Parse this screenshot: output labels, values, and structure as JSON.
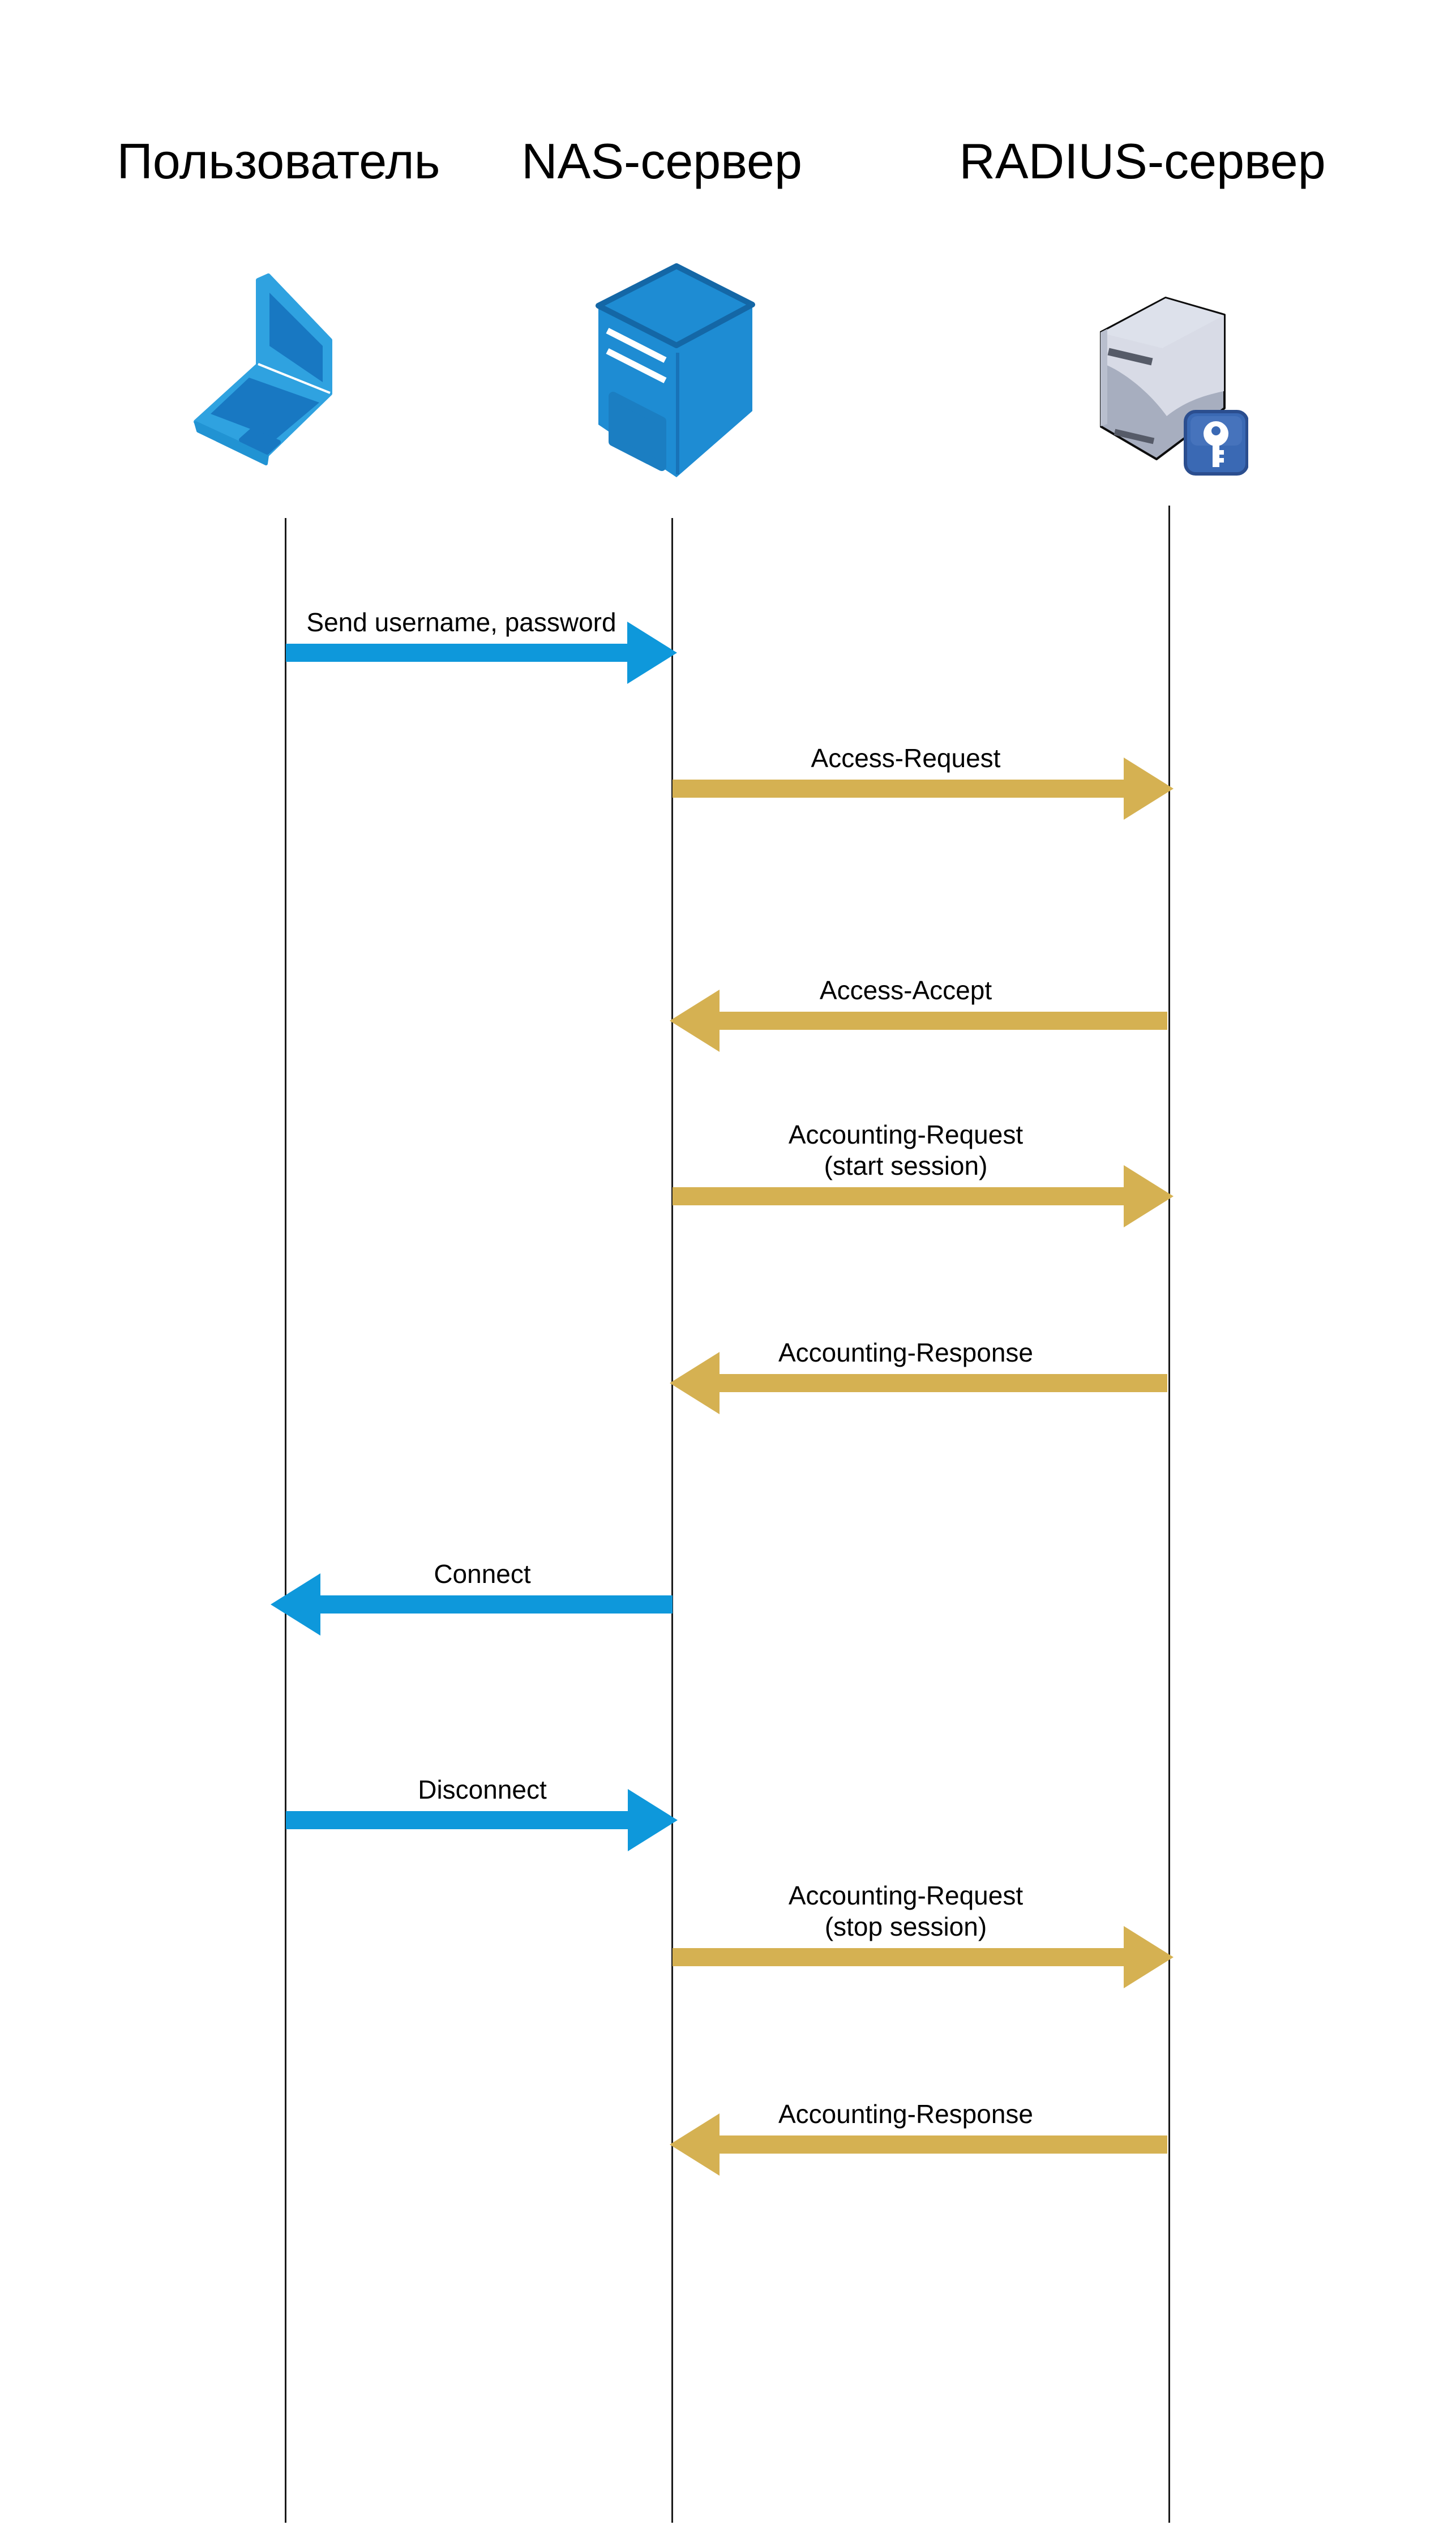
{
  "diagram": {
    "type": "sequence-diagram",
    "colors": {
      "arrow_blue": "#0E98DB",
      "arrow_gold": "#D5B152",
      "lifeline": "#1A1A1A",
      "laptop_light_blue": "#2FA2E0",
      "laptop_dark_blue": "#1878C2",
      "nas_server_blue": "#1E8CD3",
      "nas_server_edge": "#1467A6",
      "radius_server_light_gray": "#D8DBE6",
      "radius_server_gray": "#A7AEBF",
      "key_badge_blue": "#3A69B4"
    },
    "actors": [
      {
        "label": "Пользователь",
        "icon": "laptop-icon"
      },
      {
        "label": "NAS-сервер",
        "icon": "server-icon"
      },
      {
        "label": "RADIUS-сервер",
        "icon": "server-key-icon"
      }
    ],
    "messages": [
      {
        "label": "Send username, password",
        "from": "Пользователь",
        "to": "NAS-сервер",
        "direction": "right",
        "color": "blue"
      },
      {
        "label": "Access-Request",
        "from": "NAS-сервер",
        "to": "RADIUS-сервер",
        "direction": "right",
        "color": "gold"
      },
      {
        "label": "Access-Accept",
        "from": "RADIUS-сервер",
        "to": "NAS-сервер",
        "direction": "left",
        "color": "gold"
      },
      {
        "label": "Accounting-Request",
        "sublabel": "(start session)",
        "from": "NAS-сервер",
        "to": "RADIUS-сервер",
        "direction": "right",
        "color": "gold"
      },
      {
        "label": "Accounting-Response",
        "from": "RADIUS-сервер",
        "to": "NAS-сервер",
        "direction": "left",
        "color": "gold"
      },
      {
        "label": "Connect",
        "from": "NAS-сервер",
        "to": "Пользователь",
        "direction": "left",
        "color": "blue"
      },
      {
        "label": "Disconnect",
        "from": "Пользователь",
        "to": "NAS-сервер",
        "direction": "right",
        "color": "blue"
      },
      {
        "label": "Accounting-Request",
        "sublabel": "(stop session)",
        "from": "NAS-сервер",
        "to": "RADIUS-сервер",
        "direction": "right",
        "color": "gold"
      },
      {
        "label": "Accounting-Response",
        "from": "RADIUS-сервер",
        "to": "NAS-сервер",
        "direction": "left",
        "color": "gold"
      }
    ]
  }
}
